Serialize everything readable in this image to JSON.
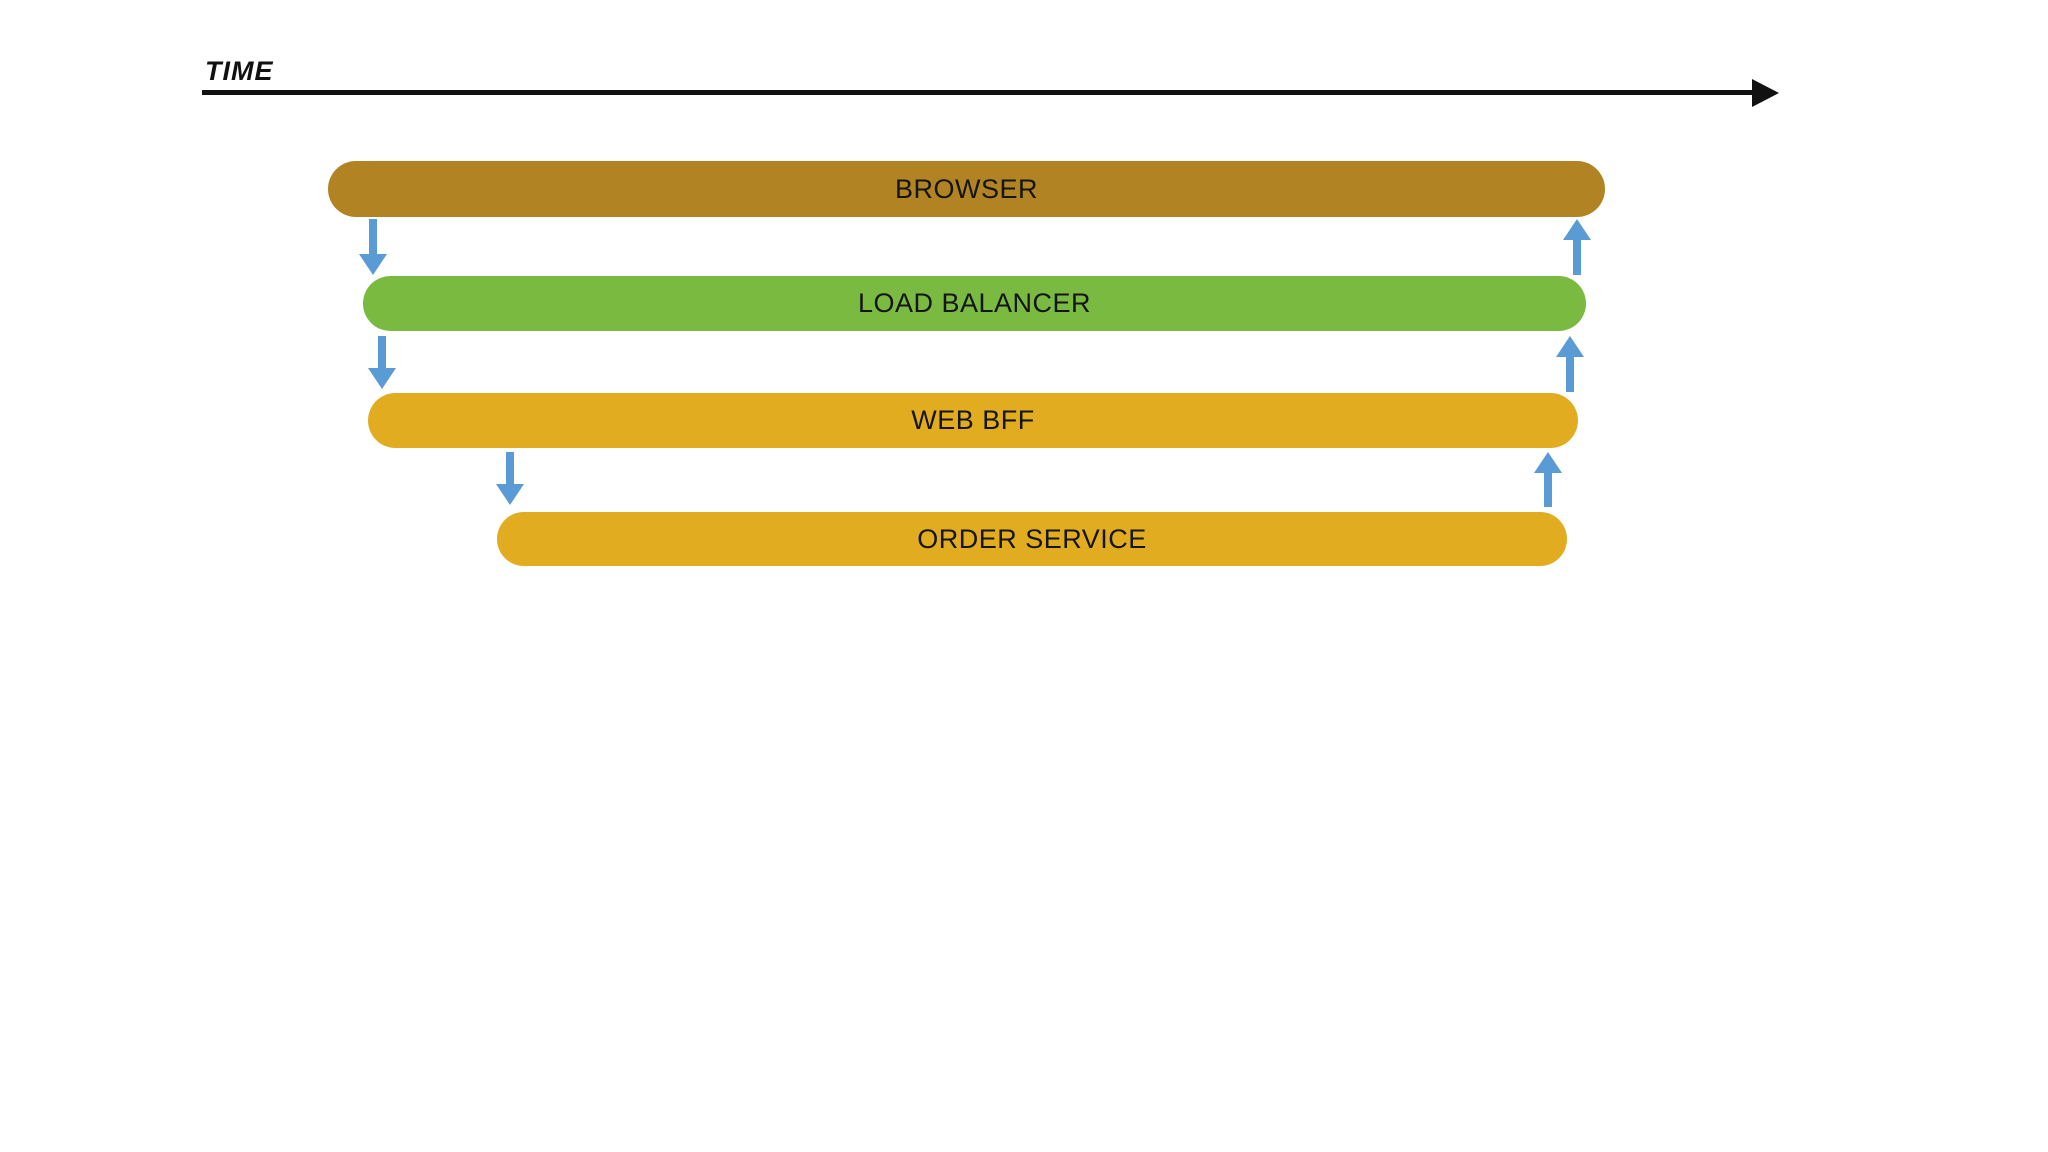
{
  "diagram": {
    "time_axis": {
      "label": "TIME",
      "color": "#111111"
    },
    "lanes": [
      {
        "id": "browser",
        "label": "BROWSER",
        "color": "#B18322"
      },
      {
        "id": "load-balancer",
        "label": "LOAD BALANCER",
        "color": "#7ABA40"
      },
      {
        "id": "web-bff",
        "label": "WEB BFF",
        "color": "#E2AC20"
      },
      {
        "id": "order-service",
        "label": "ORDER SERVICE",
        "color": "#E2AC20"
      }
    ],
    "arrow_color": "#5B9BD5",
    "arrows": [
      {
        "from": "browser",
        "to": "load-balancer",
        "direction": "down"
      },
      {
        "from": "load-balancer",
        "to": "web-bff",
        "direction": "down"
      },
      {
        "from": "web-bff",
        "to": "order-service",
        "direction": "down"
      },
      {
        "from": "order-service",
        "to": "web-bff",
        "direction": "up"
      },
      {
        "from": "web-bff",
        "to": "load-balancer",
        "direction": "up"
      },
      {
        "from": "load-balancer",
        "to": "browser",
        "direction": "up"
      }
    ]
  }
}
